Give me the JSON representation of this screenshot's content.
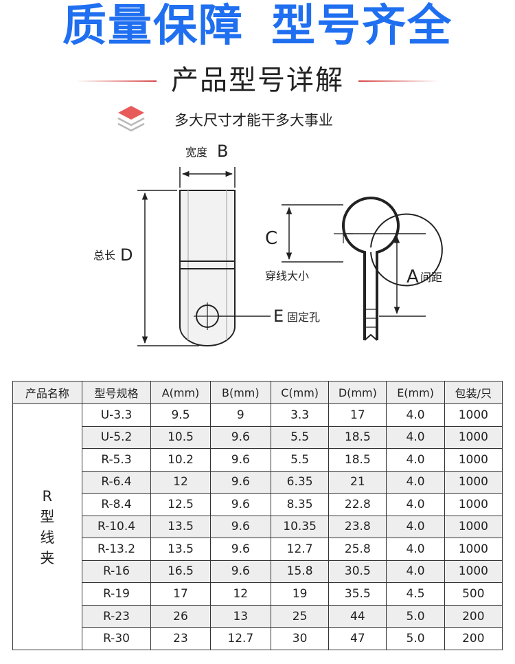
{
  "banner": {
    "left": "质量保障",
    "right": "型号齐全"
  },
  "section": {
    "title": "产品型号详解",
    "subtitle": "多大尺寸才能干多大事业"
  },
  "diagram": {
    "width_label": "宽度",
    "width_letter": "B",
    "length_label": "总长",
    "length_letter": "D",
    "c_letter": "C",
    "wire_label": "穿线大小",
    "a_letter": "A",
    "a_label": "间距",
    "e_letter": "E",
    "e_label": "固定孔"
  },
  "table": {
    "headers": [
      "产品名称",
      "型号规格",
      "A(mm)",
      "B(mm)",
      "C(mm)",
      "D(mm)",
      "E(mm)",
      "包装/只"
    ],
    "product_name": "R型线夹",
    "rows": [
      [
        "U-3.3",
        "9.5",
        "9",
        "3.3",
        "17",
        "4.0",
        "1000"
      ],
      [
        "U-5.2",
        "10.5",
        "9.6",
        "5.5",
        "18.5",
        "4.0",
        "1000"
      ],
      [
        "R-5.3",
        "10.2",
        "9.6",
        "5.5",
        "18.5",
        "4.0",
        "1000"
      ],
      [
        "R-6.4",
        "12",
        "9.6",
        "6.35",
        "21",
        "4.0",
        "1000"
      ],
      [
        "R-8.4",
        "12.5",
        "9.6",
        "8.35",
        "22.8",
        "4.0",
        "1000"
      ],
      [
        "R-10.4",
        "13.5",
        "9.6",
        "10.35",
        "23.8",
        "4.0",
        "1000"
      ],
      [
        "R-13.2",
        "13.5",
        "9.6",
        "12.7",
        "25.8",
        "4.0",
        "1000"
      ],
      [
        "R-16",
        "16.5",
        "9.6",
        "15.8",
        "30.5",
        "4.0",
        "1000"
      ],
      [
        "R-19",
        "17",
        "12",
        "19",
        "35.5",
        "4.5",
        "500"
      ],
      [
        "R-23",
        "26",
        "13",
        "25",
        "44",
        "5.0",
        "200"
      ],
      [
        "R-30",
        "23",
        "12.7",
        "30",
        "47",
        "5.0",
        "200"
      ]
    ]
  }
}
